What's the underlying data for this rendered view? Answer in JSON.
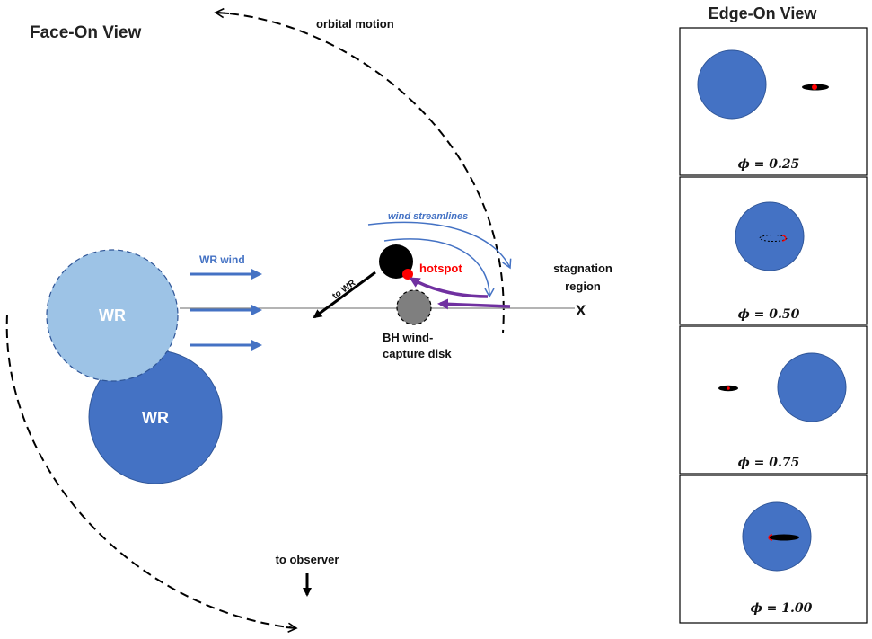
{
  "face_on": {
    "title": "Face-On View",
    "orbital_motion": "orbital motion",
    "wind_streamlines": "wind streamlines",
    "wr_wind": "WR wind",
    "to_wr": "to WR",
    "hotspot": "hotspot",
    "stagnation": [
      "stagnation",
      "region"
    ],
    "x_mark": "X",
    "bh_disk": [
      "BH wind-",
      "capture disk"
    ],
    "to_observer": "to observer",
    "wr_light_label": "WR",
    "wr_dark_label": "WR"
  },
  "edge_on": {
    "title": "Edge-On View",
    "panels": [
      {
        "phase": "ϕ = 0.25"
      },
      {
        "phase": "ϕ = 0.50"
      },
      {
        "phase": "ϕ = 0.75"
      },
      {
        "phase": "ϕ = 1.00"
      }
    ]
  },
  "colors": {
    "wr_light": "#9DC3E6",
    "wr_dark": "#4472C4",
    "arrow_blue": "#4472C4",
    "purple": "#7030A0",
    "hotspot": "#ff0000",
    "bh_disk": "#7f7f7f"
  }
}
